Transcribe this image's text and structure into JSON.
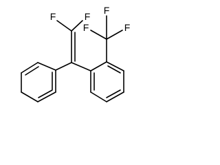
{
  "structure": {
    "atoms": {
      "f_top_left": "F",
      "f_top_right": "F",
      "f_cf3_left": "F",
      "f_cf3_top": "F",
      "f_cf3_right": "F"
    }
  },
  "colors": {
    "bond": "#000000",
    "label": "#000000",
    "background": "#ffffff"
  }
}
